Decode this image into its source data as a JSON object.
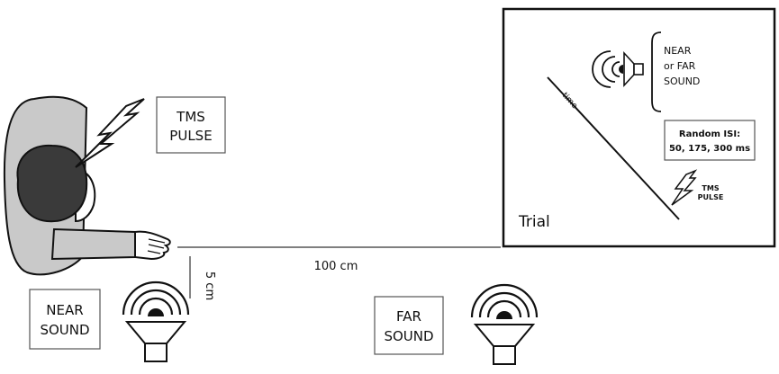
{
  "labels": {
    "tms_pulse": [
      "TMS",
      "PULSE"
    ],
    "near_sound": [
      "NEAR",
      "SOUND"
    ],
    "far_sound": [
      "FAR",
      "SOUND"
    ],
    "distance_far": "100 cm",
    "distance_near": "5 cm"
  },
  "trial_panel": {
    "title": "Trial",
    "time_label": "time",
    "sound_label": [
      "NEAR",
      "or FAR",
      "SOUND"
    ],
    "isi_label": [
      "Random ISI:",
      "50, 175, 300 ms"
    ],
    "pulse_label": [
      "TMS",
      "PULSE"
    ]
  },
  "colors": {
    "line": "#111111",
    "body_fill": "#c9c9c9",
    "head_fill": "#3a3a3a",
    "background": "#ffffff"
  }
}
